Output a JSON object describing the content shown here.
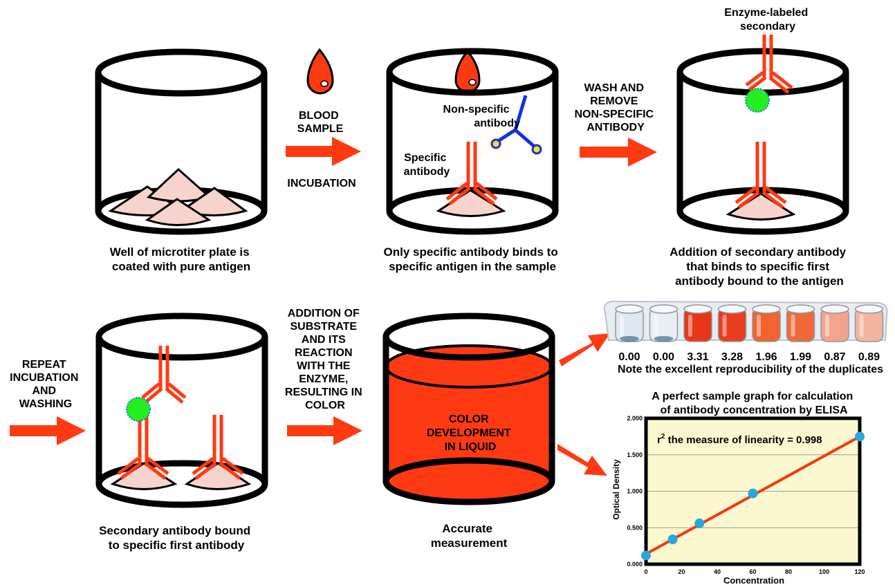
{
  "panels": {
    "p1": {
      "caption": [
        "Well of microtiter plate is",
        "coated with pure antigen"
      ]
    },
    "p2": {
      "caption": [
        "Only specific antibody binds to",
        "specific antigen in the sample"
      ],
      "nonspecific_label": [
        "Non-specific",
        "antibody"
      ],
      "specific_label": [
        "Specific",
        "antibody"
      ]
    },
    "p3": {
      "caption": [
        "Addition of secondary antibody",
        "that binds to specific first",
        "antibody bound to the antigen"
      ],
      "top_label": [
        "Enzyme-labeled",
        "secondary"
      ]
    },
    "p4": {
      "caption": [
        "Secondary antibody bound",
        "to specific first antibody"
      ]
    },
    "p5": {
      "caption": [
        "Accurate",
        "measurement"
      ],
      "liquid_label": [
        "COLOR",
        "DEVELOPMENT",
        "IN LIQUID"
      ]
    }
  },
  "arrows": {
    "a1": {
      "label_top": [
        "BLOOD",
        "SAMPLE"
      ],
      "label_bottom": "INCUBATION"
    },
    "a2": {
      "label": [
        "WASH AND",
        "REMOVE",
        "NON-SPECIFIC",
        "ANTIBODY"
      ]
    },
    "a3": {
      "label": [
        "REPEAT",
        "INCUBATION",
        "AND",
        "WASHING"
      ]
    },
    "a4": {
      "label": [
        "ADDITION OF",
        "SUBSTRATE",
        "AND ITS",
        "REACTION",
        "WITH THE",
        "ENZYME,",
        "RESULTING IN",
        "COLOR"
      ]
    }
  },
  "wells_strip": {
    "values": [
      "0.00",
      "0.00",
      "3.31",
      "3.28",
      "1.96",
      "1.99",
      "0.87",
      "0.89"
    ],
    "colors": [
      "#dfe8ef",
      "#e8eef3",
      "#e8361b",
      "#ea3d20",
      "#f2632f",
      "#f0693a",
      "#f2a48c",
      "#f4b4a0"
    ],
    "note": "Note the excellent reproducibility of the duplicates"
  },
  "chart_data": {
    "type": "scatter",
    "title": [
      "A perfect sample graph for calculation",
      "of antibody concentration by ELISA"
    ],
    "xlabel": "Concentration",
    "ylabel": "Optical Density",
    "annotation_prefix": "r",
    "annotation_sup": "2",
    "annotation_text": " the measure of linearity = 0.998",
    "x": [
      0,
      15,
      30,
      60,
      120
    ],
    "y": [
      0.12,
      0.34,
      0.56,
      0.97,
      1.75
    ],
    "fit": {
      "x": [
        0,
        120
      ],
      "y": [
        0.14,
        1.75
      ]
    },
    "xlim": [
      0,
      120
    ],
    "ylim": [
      0,
      2
    ],
    "xticks": [
      "0",
      "20",
      "40",
      "60",
      "80",
      "100",
      "120"
    ],
    "yticks": [
      "0.000",
      "0.500",
      "1.000",
      "1.500",
      "2.000"
    ],
    "grid": true,
    "colors": {
      "background": "#fbf8d0",
      "line": "#f03a10",
      "points": "#2aa7dc",
      "grid": "#9c9c9c"
    }
  },
  "colors": {
    "antibody": "#ff3a12",
    "nonspecific": "#1430e6",
    "antigen": "#f7d3cd",
    "enzyme": "#22ee22",
    "drop": "#ff3a12",
    "liquid": "#ff3a12"
  }
}
